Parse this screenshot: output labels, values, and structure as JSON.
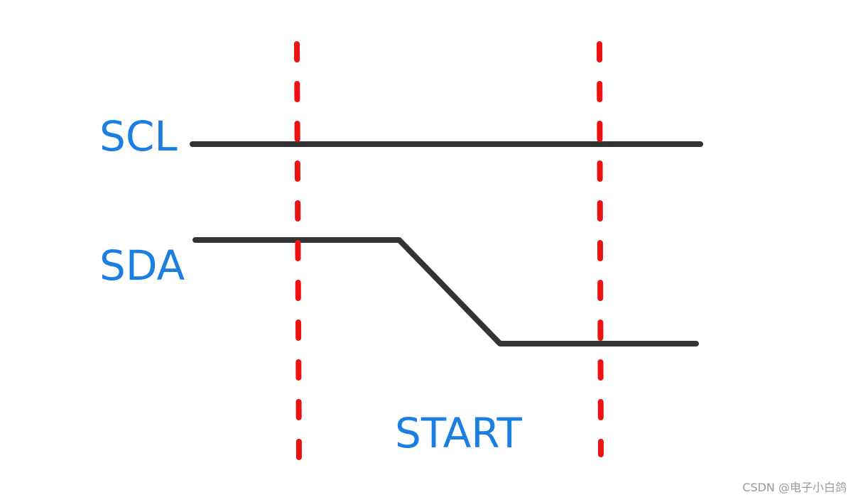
{
  "diagram": {
    "signals": [
      {
        "id": "scl",
        "label": "SCL"
      },
      {
        "id": "sda",
        "label": "SDA"
      }
    ],
    "phase_label": "START",
    "colors": {
      "label": "#1a7fe0",
      "waveform": "#333333",
      "marker": "#ee1111"
    }
  },
  "watermark": {
    "text": "CSDN @电子小白鸽"
  }
}
